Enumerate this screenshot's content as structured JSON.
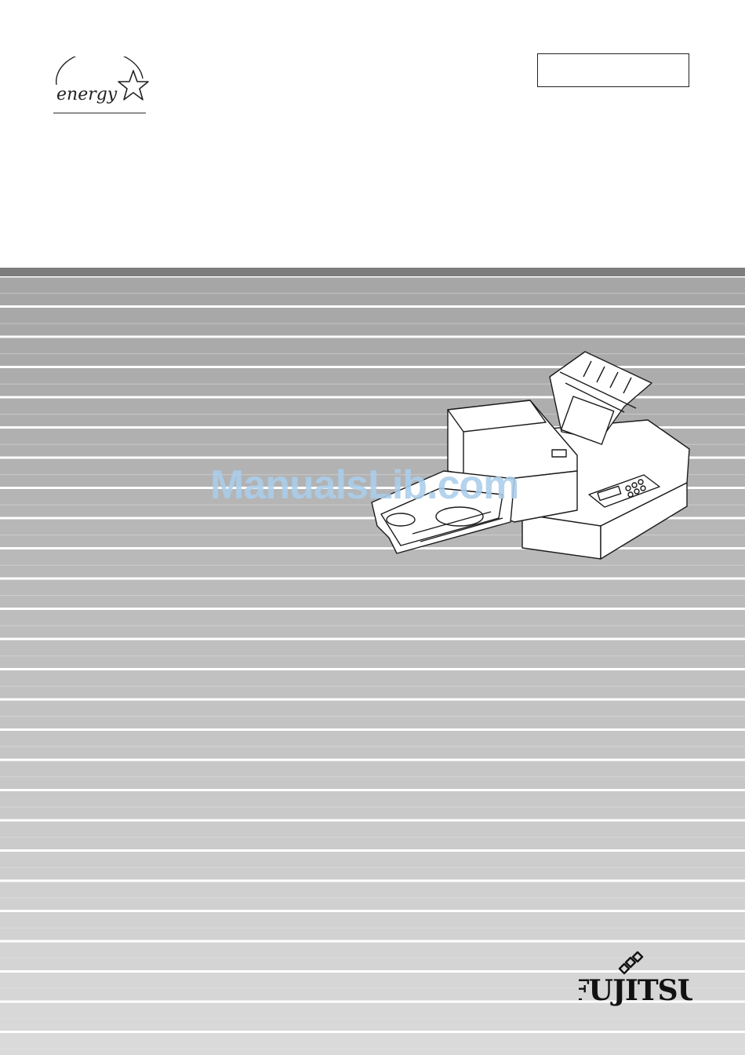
{
  "cover": {
    "energy_logo_text": "energy",
    "model_box_text": "",
    "watermark_text": "ManualsLib.com",
    "brand_name": "FUJITSU"
  },
  "colors": {
    "top_bar": "#7d7d7d",
    "stripe_dark": "#a6a6a6",
    "stripe_light": "#dcdcdc",
    "separator": "#ffffff",
    "watermark": "#aacdeb"
  },
  "icons": [
    "energy-star-logo",
    "scanner-illustration",
    "fujitsu-logo"
  ]
}
